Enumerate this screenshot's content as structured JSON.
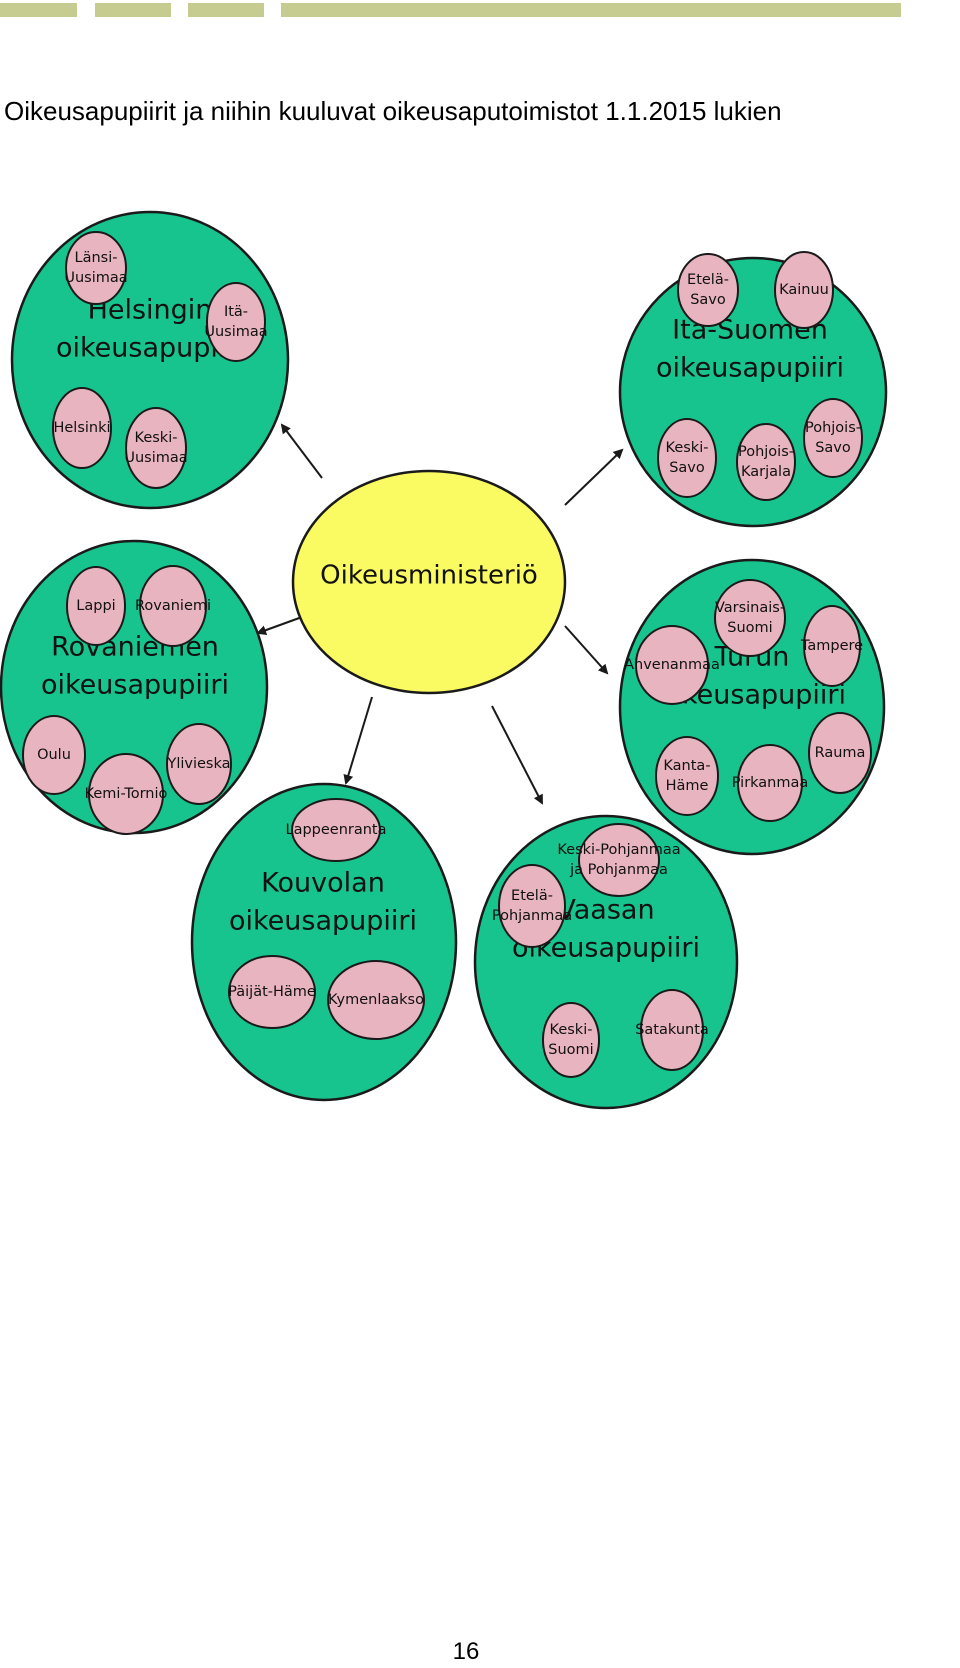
{
  "heading": "Oikeusapupiirit ja niihin kuuluvat oikeusaputoimistot 1.1.2015 lukien",
  "page_number": "16",
  "colors": {
    "district_fill": "#17c48d",
    "office_fill": "#e8b4bf",
    "center_fill": "#fafa63",
    "outline": "#1a1a1a",
    "top_bar": "#c6cc8f"
  },
  "center": {
    "label": "Oikeusministeriö"
  },
  "districts": [
    {
      "id": "helsinki",
      "name_lines": [
        "Helsingin",
        "oikeusapupiiri"
      ],
      "offices": [
        {
          "label_lines": [
            "Länsi-",
            "Uusimaa"
          ]
        },
        {
          "label_lines": [
            "Itä-",
            "Uusimaa"
          ]
        },
        {
          "label_lines": [
            "Helsinki"
          ]
        },
        {
          "label_lines": [
            "Keski-",
            "Uusimaa"
          ]
        }
      ]
    },
    {
      "id": "ita-suomi",
      "name_lines": [
        "Itä-Suomen",
        "oikeusapupiiri"
      ],
      "offices": [
        {
          "label_lines": [
            "Etelä-",
            "Savo"
          ]
        },
        {
          "label_lines": [
            "Kainuu"
          ]
        },
        {
          "label_lines": [
            "Keski-",
            "Savo"
          ]
        },
        {
          "label_lines": [
            "Pohjois-",
            "Karjala"
          ]
        },
        {
          "label_lines": [
            "Pohjois-",
            "Savo"
          ]
        }
      ]
    },
    {
      "id": "rovaniemi",
      "name_lines": [
        "Rovaniemen",
        "oikeusapupiiri"
      ],
      "offices": [
        {
          "label_lines": [
            "Lappi"
          ]
        },
        {
          "label_lines": [
            "Rovaniemi"
          ]
        },
        {
          "label_lines": [
            "Oulu"
          ]
        },
        {
          "label_lines": [
            "Kemi-Tornio"
          ]
        },
        {
          "label_lines": [
            "Ylivieska"
          ]
        }
      ]
    },
    {
      "id": "turku",
      "name_lines": [
        "Turun",
        "oikeusapupiiri"
      ],
      "offices": [
        {
          "label_lines": [
            "Varsinais-",
            "Suomi"
          ]
        },
        {
          "label_lines": [
            "Ahvenanmaa"
          ]
        },
        {
          "label_lines": [
            "Tampere"
          ]
        },
        {
          "label_lines": [
            "Kanta-",
            "Häme"
          ]
        },
        {
          "label_lines": [
            "Pirkanmaa"
          ]
        },
        {
          "label_lines": [
            "Rauma"
          ]
        }
      ]
    },
    {
      "id": "kouvola",
      "name_lines": [
        "Kouvolan",
        "oikeusapupiiri"
      ],
      "offices": [
        {
          "label_lines": [
            "Lappeenranta"
          ]
        },
        {
          "label_lines": [
            "Päijät-Häme"
          ]
        },
        {
          "label_lines": [
            "Kymenlaakso"
          ]
        }
      ]
    },
    {
      "id": "vaasa",
      "name_lines": [
        "Vaasan",
        "oikeusapupiiri"
      ],
      "offices": [
        {
          "label_lines": [
            "Keski-Pohjanmaa",
            "ja Pohjanmaa"
          ]
        },
        {
          "label_lines": [
            "Etelä-",
            "Pohjanmaa"
          ]
        },
        {
          "label_lines": [
            "Keski-",
            "Suomi"
          ]
        },
        {
          "label_lines": [
            "Satakunta"
          ]
        }
      ]
    }
  ]
}
